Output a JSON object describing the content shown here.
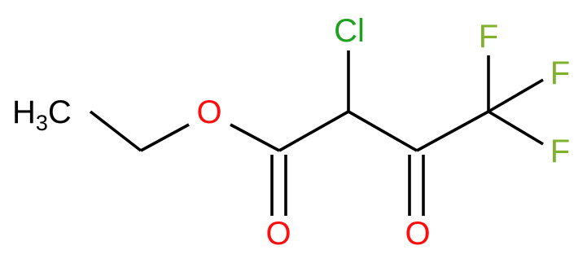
{
  "colors": {
    "bond": "#000000",
    "carbon_label": "#000000",
    "oxygen": "#ff0d0d",
    "chlorine": "#1fa01f",
    "fluorine": "#7fb22a"
  },
  "atoms": {
    "methyl": {
      "symbol": "H",
      "subscript": "3",
      "suffix": "C"
    },
    "ester_oxygen": "O",
    "carbonyl_oxygen_1": "O",
    "carbonyl_oxygen_2": "O",
    "chlorine": "Cl",
    "fluorine_1": "F",
    "fluorine_2": "F",
    "fluorine_3": "F"
  }
}
